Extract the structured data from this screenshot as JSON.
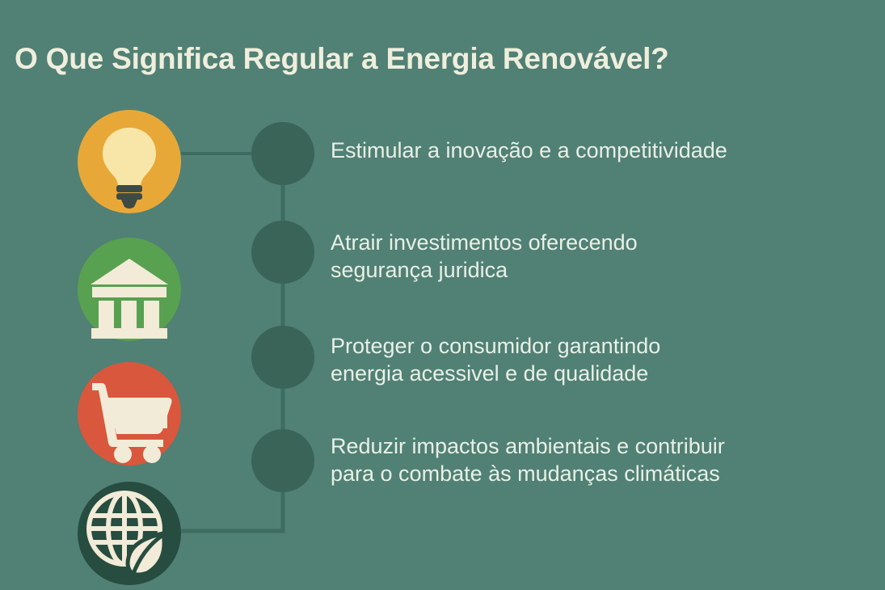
{
  "theme": {
    "background": "#518075",
    "node_color": "#3B6459",
    "connector_color": "#3F6C60",
    "title_color": "#EFEEDC",
    "text_color": "#E9F0E5",
    "icon_cream": "#F2EBD7"
  },
  "title": "O Que Significa Regular a Energia Renovável?",
  "items": [
    {
      "icon": "lightbulb-icon",
      "icon_circle_color": "#E8A838",
      "text": "Estimular a inovação e a competitividade"
    },
    {
      "icon": "bank-icon",
      "icon_circle_color": "#58A150",
      "text": "Atrair investimentos oferecendo\nsegurança juridica"
    },
    {
      "icon": "shopping-cart-icon",
      "icon_circle_color": "#D9573C",
      "text": "Proteger o consumidor garantindo\nenergia acessivel e de qualidade"
    },
    {
      "icon": "globe-leaf-icon",
      "icon_circle_color": "#274C40",
      "text": "Reduzir impactos ambientais e contribuir\npara o combate às mudanças climáticas"
    }
  ]
}
